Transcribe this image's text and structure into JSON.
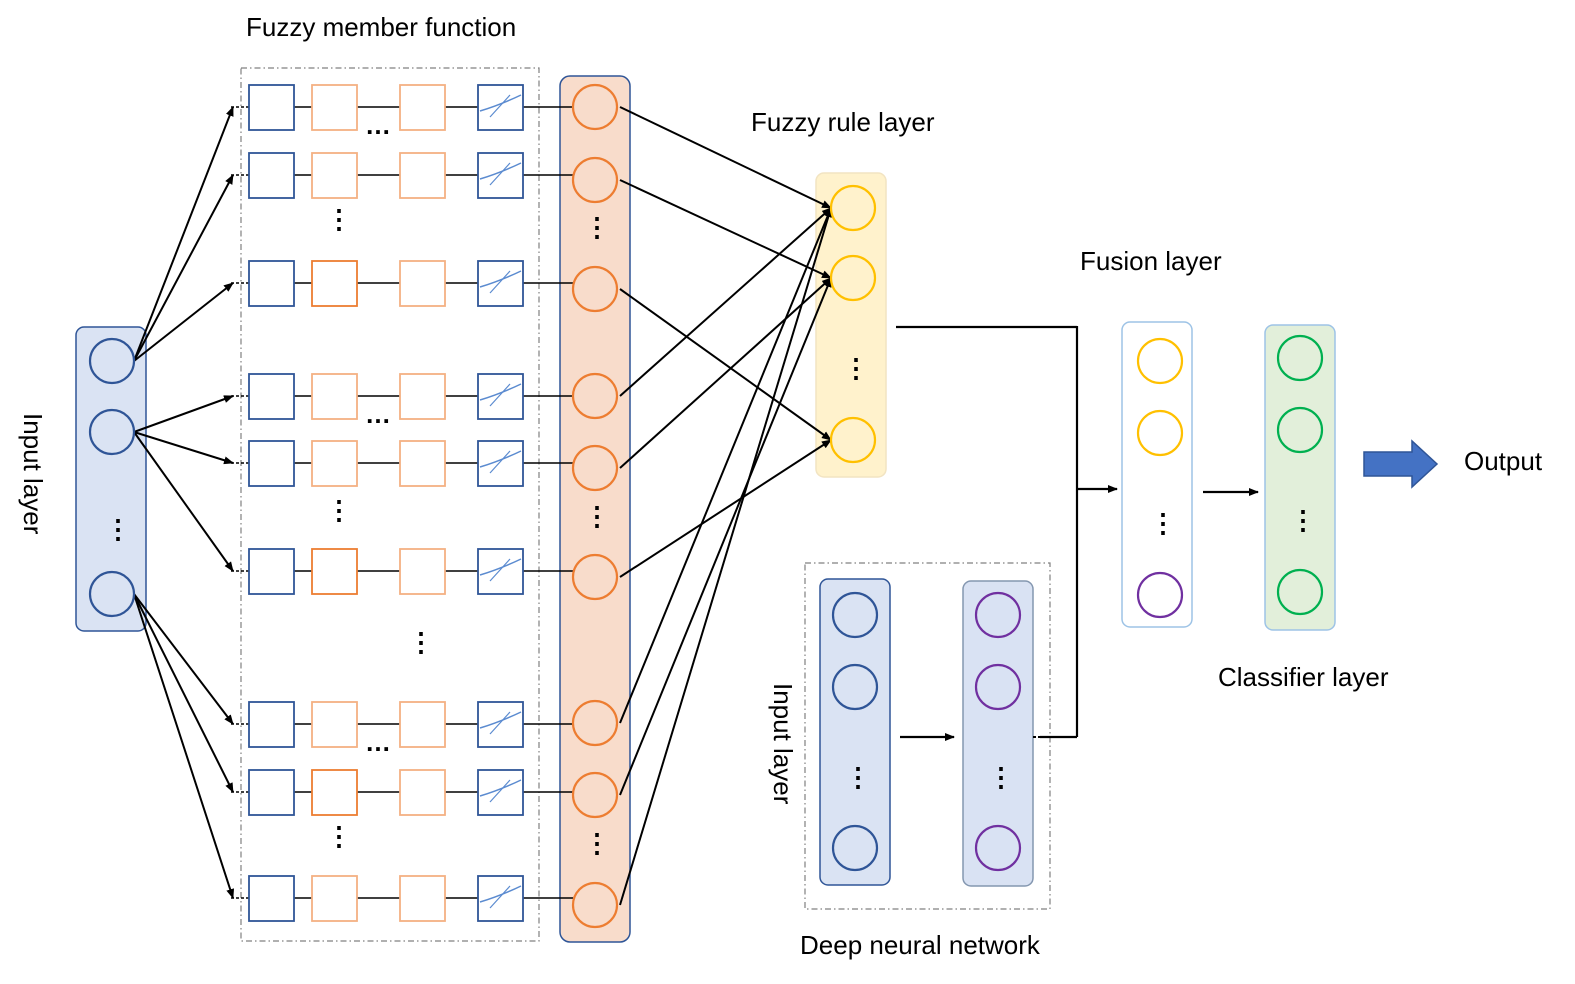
{
  "labels": {
    "fuzzy_member_function": "Fuzzy member function",
    "fuzzy_rule_layer": "Fuzzy rule layer",
    "fusion_layer": "Fusion layer",
    "classifier_layer": "Classifier layer",
    "input_layer_left": "Input layer",
    "input_layer_dnn": "Input layer",
    "deep_neural_network": "Deep neural network",
    "output": "Output"
  },
  "colors": {
    "input_fill": "#dae3f3",
    "input_border": "#2f5597",
    "membership_fill": "#f8dccb",
    "membership_border": "#ed7d31",
    "membership_light_border": "#f4b183",
    "rule_fill": "#fff2cc",
    "rule_node": "#ffc000",
    "fusion_border": "#9dc3e6",
    "classifier_fill": "#e2efda",
    "classifier_node": "#00b050",
    "dnn_hidden_node": "#7030a0",
    "dnn_hidden_fill": "#d9e2f3",
    "arrow_output": "#4472c4",
    "frame_dash": "#808080",
    "arrow": "#000000"
  },
  "icons": {
    "membership_curve": "sigmoid-curve-icon",
    "output_arrow": "block-arrow-right-icon"
  },
  "ellipsis": "⋮",
  "hellipsis": "…"
}
